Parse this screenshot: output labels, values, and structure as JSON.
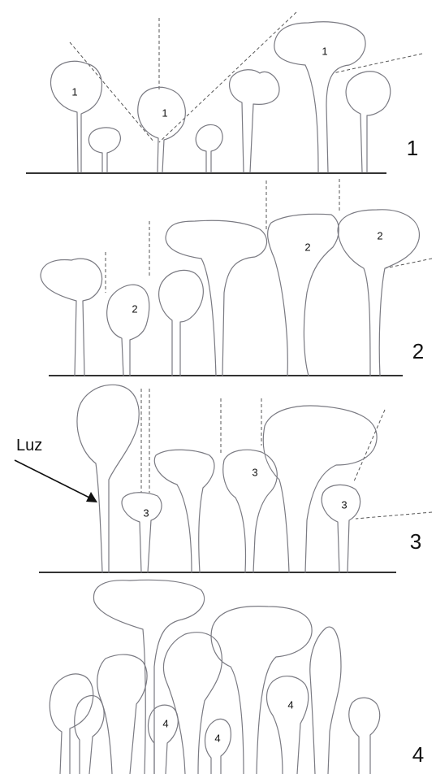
{
  "panels": [
    {
      "id": "1",
      "number": "1",
      "tree_label": "1"
    },
    {
      "id": "2",
      "number": "2",
      "tree_label": "2"
    },
    {
      "id": "3",
      "number": "3",
      "tree_label": "3"
    },
    {
      "id": "4",
      "number": "4",
      "tree_label": "4"
    }
  ],
  "annotation": {
    "luz": "Luz"
  },
  "colors": {
    "tree_outline": "#7a7a82",
    "ground": "#333333",
    "ray": "#555555"
  }
}
